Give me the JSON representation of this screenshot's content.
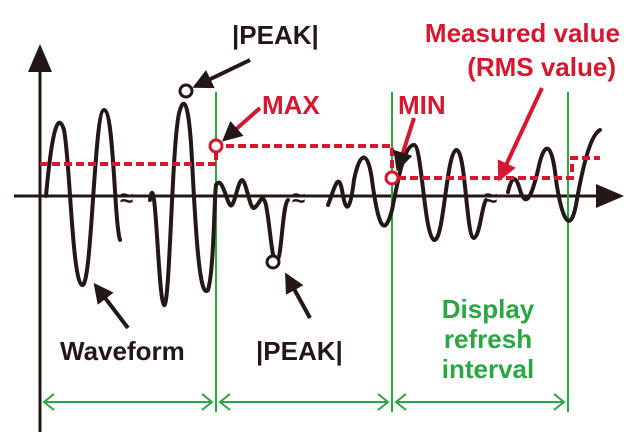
{
  "labels": {
    "peak_top": "|PEAK|",
    "peak_bottom": "|PEAK|",
    "max": "MAX",
    "min": "MIN",
    "measured_line1": "Measured value",
    "measured_line2": "(RMS value)",
    "waveform": "Waveform",
    "interval_line1": "Display",
    "interval_line2": "refresh",
    "interval_line3": "interval"
  },
  "break_symbol": "≈",
  "colors": {
    "waveform": "#231815",
    "measured": "#d7172f",
    "interval": "#2aa744",
    "background": "#ffffff"
  }
}
